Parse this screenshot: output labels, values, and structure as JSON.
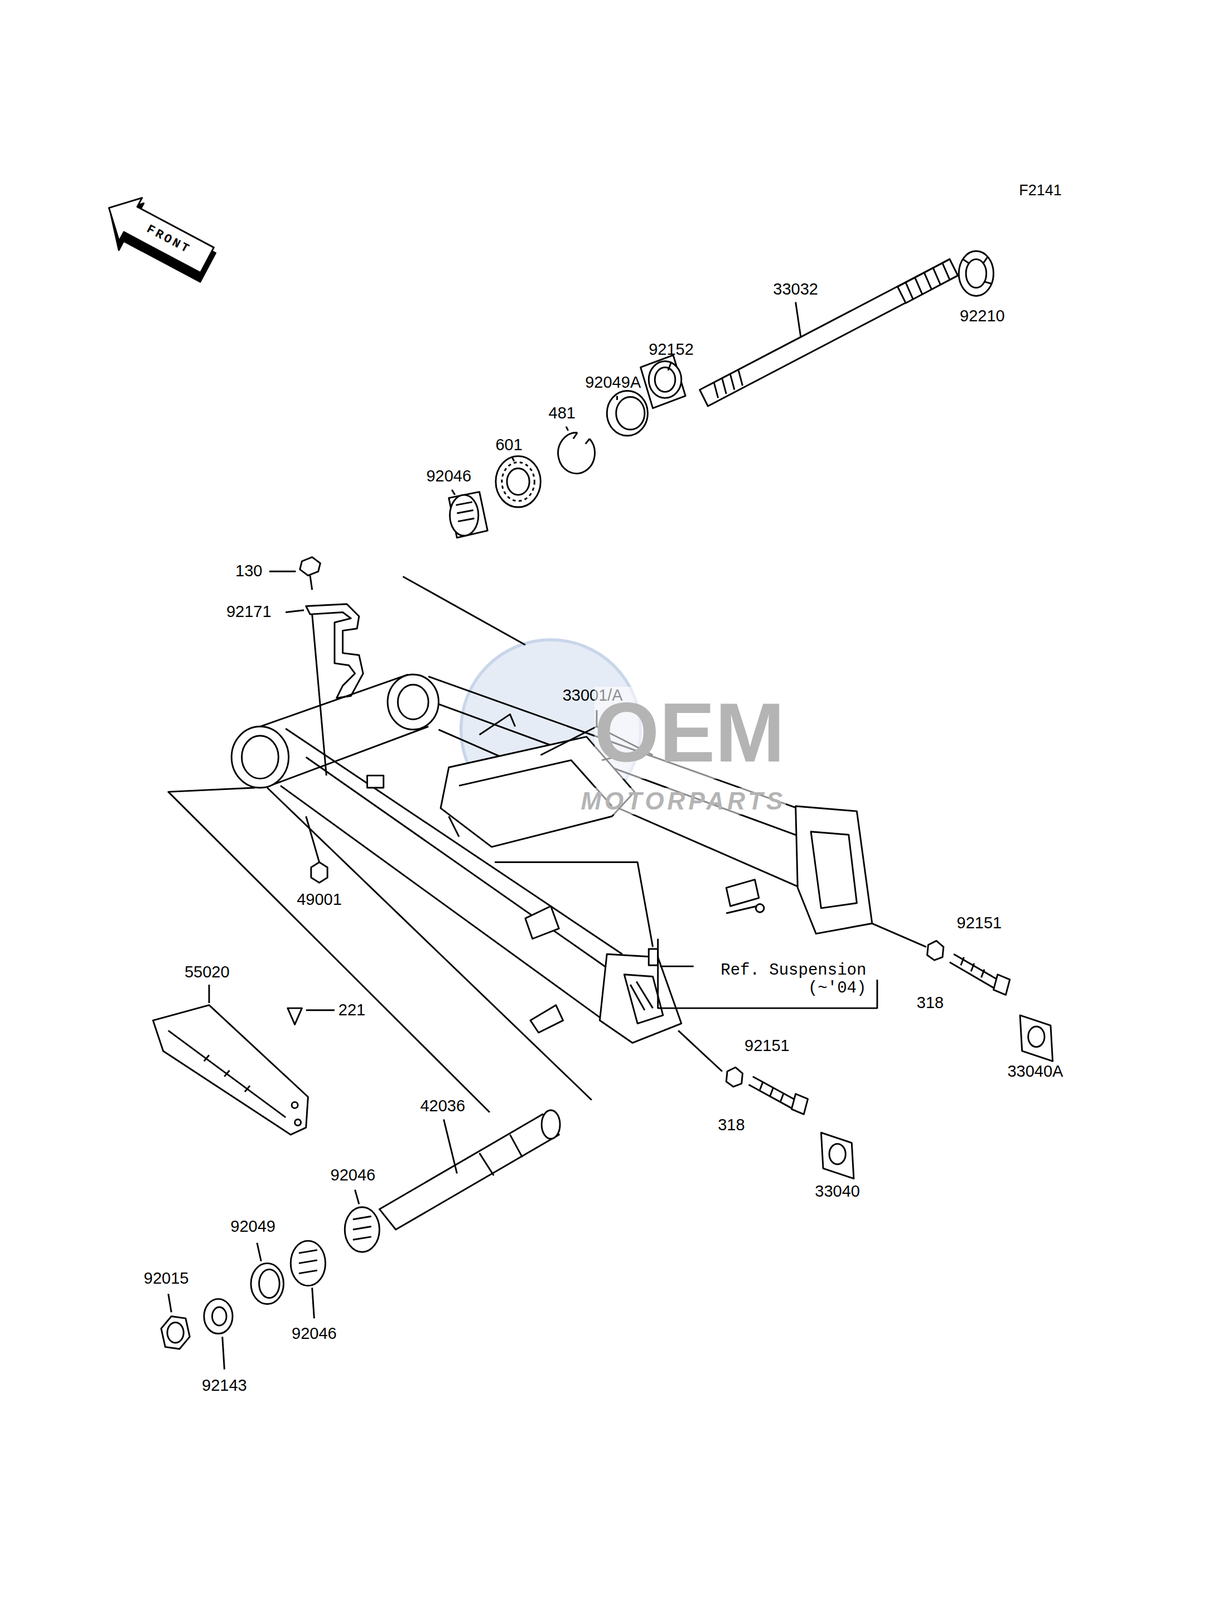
{
  "diagram": {
    "labels": [
      "F2141",
      "FRONT",
      "33032",
      "92210",
      "92152",
      "92049A",
      "481",
      "601",
      "92046",
      "130",
      "92171",
      "33001/A",
      "49001",
      "55020",
      "221",
      "Ref. Suspension (~'04)",
      "92151",
      "318",
      "33040A",
      "92151",
      "318",
      "33040",
      "42036",
      "92046",
      "92049",
      "92015",
      "92046",
      "92143",
      "OEM",
      "MOTORPARTS"
    ]
  }
}
